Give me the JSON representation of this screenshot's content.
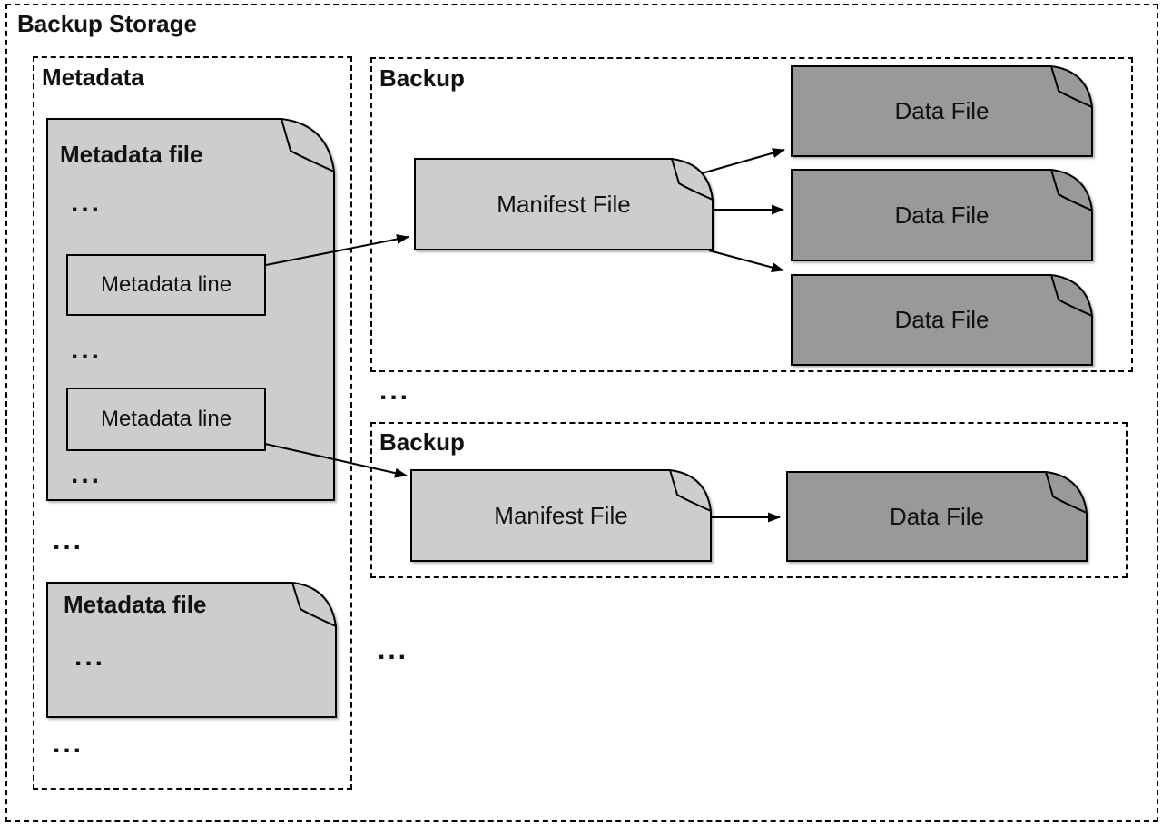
{
  "diagram_title": "Backup Storage",
  "ellipsis": "...",
  "metadata": {
    "label": "Metadata",
    "file1": {
      "title": "Metadata file",
      "line1": "Metadata line",
      "line2": "Metadata line"
    },
    "file2": {
      "title": "Metadata file"
    }
  },
  "backup1": {
    "label": "Backup",
    "manifest": "Manifest File",
    "data_file1": "Data File",
    "data_file2": "Data File",
    "data_file3": "Data File"
  },
  "backup2": {
    "label": "Backup",
    "manifest": "Manifest File",
    "data_file1": "Data File"
  },
  "colors": {
    "document_light_gray": "#cdcdcd",
    "document_dark_gray": "#999999",
    "line_black": "#000000",
    "background": "#ffffff"
  }
}
